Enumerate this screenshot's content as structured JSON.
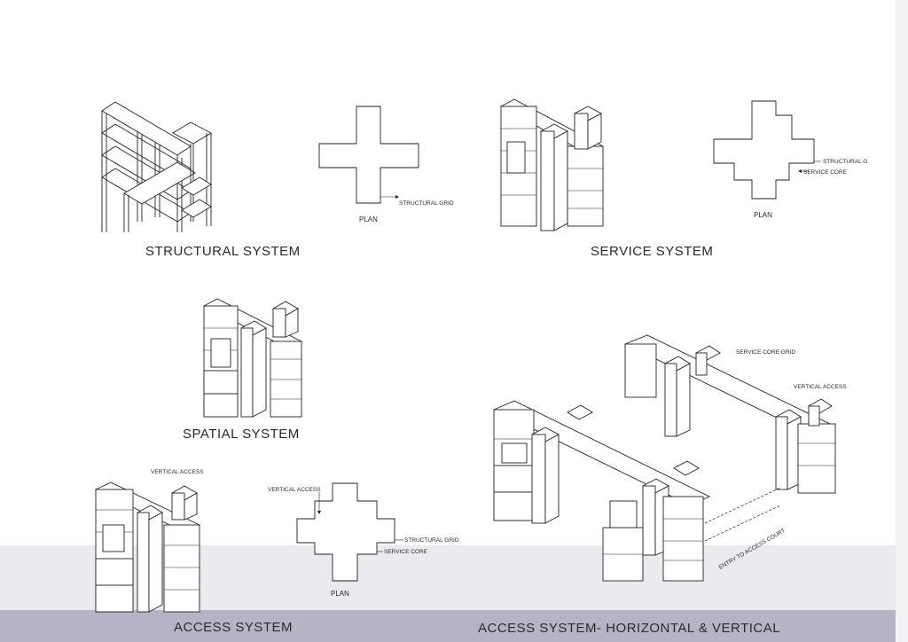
{
  "labels": {
    "structural_system": "STRUCTURAL SYSTEM",
    "service_system": "SERVICE SYSTEM",
    "spatial_system": "SPATIAL SYSTEM",
    "access_system": "ACCESS SYSTEM",
    "access_hv": "ACCESS SYSTEM- HORIZONTAL & VERTICAL"
  },
  "plans": {
    "plan": "PLAN",
    "structural_grid": "STRUCTURAL GRID",
    "structural_g": "STRUCTURAL G",
    "service_core": "SERVICE CORE",
    "vertical_access": "VERTICAL ACCESS"
  },
  "annotations": {
    "vertical_access_top": "VERTICAL ACCESS",
    "service_core_grid": "SERVICE CORE GRID",
    "vertical_access_right": "VERTICAL ACCESS",
    "entry_to_access_court": "ENTRY TO ACCESS COURT"
  }
}
